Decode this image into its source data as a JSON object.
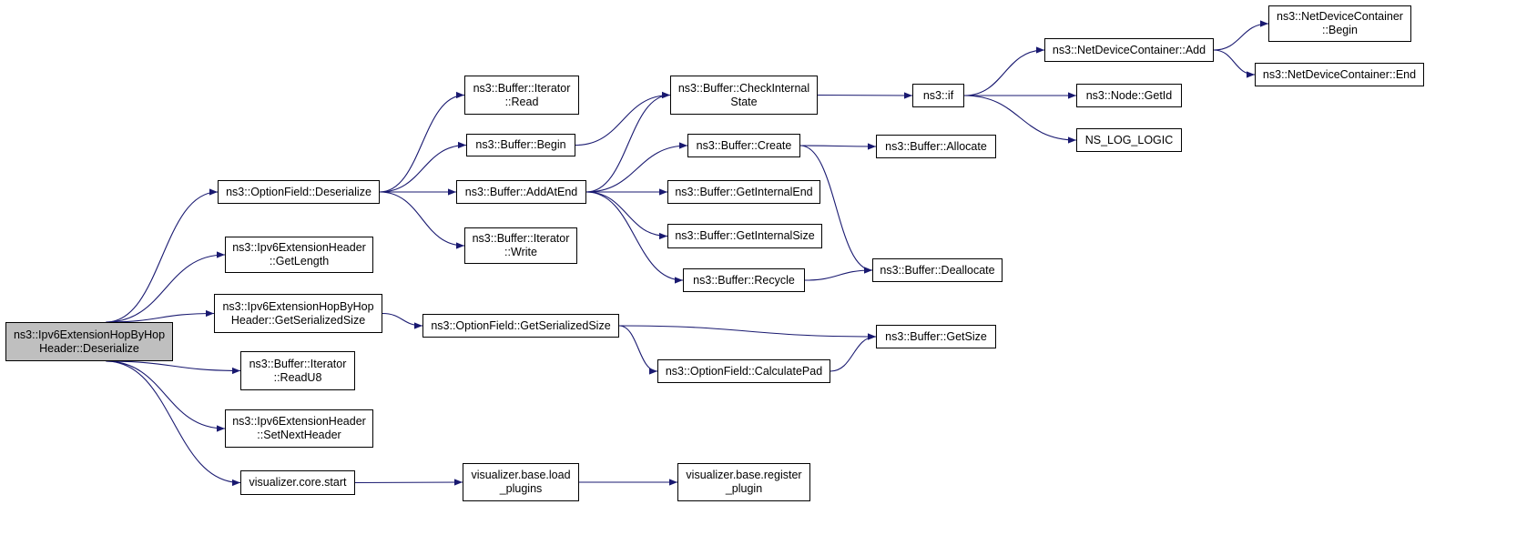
{
  "nodes": [
    {
      "id": "root",
      "lines": [
        "ns3::Ipv6ExtensionHopByHop",
        "Header::Deserialize"
      ],
      "root": true
    },
    {
      "id": "of_deser",
      "lines": [
        "ns3::OptionField::Deserialize"
      ]
    },
    {
      "id": "ext_getlen",
      "lines": [
        "ns3::Ipv6ExtensionHeader",
        "::GetLength"
      ]
    },
    {
      "id": "hbh_gss",
      "lines": [
        "ns3::Ipv6ExtensionHopByHop",
        "Header::GetSerializedSize"
      ]
    },
    {
      "id": "it_readu8",
      "lines": [
        "ns3::Buffer::Iterator",
        "::ReadU8"
      ]
    },
    {
      "id": "ext_setnext",
      "lines": [
        "ns3::Ipv6ExtensionHeader",
        "::SetNextHeader"
      ]
    },
    {
      "id": "vis_start",
      "lines": [
        "visualizer.core.start"
      ]
    },
    {
      "id": "it_read",
      "lines": [
        "ns3::Buffer::Iterator",
        "::Read"
      ]
    },
    {
      "id": "buf_begin",
      "lines": [
        "ns3::Buffer::Begin"
      ]
    },
    {
      "id": "buf_addatend",
      "lines": [
        "ns3::Buffer::AddAtEnd"
      ]
    },
    {
      "id": "it_write",
      "lines": [
        "ns3::Buffer::Iterator",
        "::Write"
      ]
    },
    {
      "id": "of_gss",
      "lines": [
        "ns3::OptionField::GetSerializedSize"
      ]
    },
    {
      "id": "vis_load",
      "lines": [
        "visualizer.base.load",
        "_plugins"
      ]
    },
    {
      "id": "buf_check",
      "lines": [
        "ns3::Buffer::CheckInternal",
        "State"
      ]
    },
    {
      "id": "buf_create",
      "lines": [
        "ns3::Buffer::Create"
      ]
    },
    {
      "id": "buf_getend",
      "lines": [
        "ns3::Buffer::GetInternalEnd"
      ]
    },
    {
      "id": "buf_getsize_int",
      "lines": [
        "ns3::Buffer::GetInternalSize"
      ]
    },
    {
      "id": "buf_recycle",
      "lines": [
        "ns3::Buffer::Recycle"
      ]
    },
    {
      "id": "of_calcpad",
      "lines": [
        "ns3::OptionField::CalculatePad"
      ]
    },
    {
      "id": "vis_register",
      "lines": [
        "visualizer.base.register",
        "_plugin"
      ]
    },
    {
      "id": "ns3_if",
      "lines": [
        "ns3::if"
      ]
    },
    {
      "id": "buf_allocate",
      "lines": [
        "ns3::Buffer::Allocate"
      ]
    },
    {
      "id": "buf_deallocate",
      "lines": [
        "ns3::Buffer::Deallocate"
      ]
    },
    {
      "id": "buf_getsize",
      "lines": [
        "ns3::Buffer::GetSize"
      ]
    },
    {
      "id": "ndc_add",
      "lines": [
        "ns3::NetDeviceContainer::Add"
      ]
    },
    {
      "id": "node_getid",
      "lines": [
        "ns3::Node::GetId"
      ]
    },
    {
      "id": "ns_log_logic",
      "lines": [
        "NS_LOG_LOGIC"
      ]
    },
    {
      "id": "ndc_begin",
      "lines": [
        "ns3::NetDeviceContainer",
        "::Begin"
      ]
    },
    {
      "id": "ndc_end",
      "lines": [
        "ns3::NetDeviceContainer::End"
      ]
    }
  ],
  "edges": [
    [
      "root",
      "of_deser"
    ],
    [
      "root",
      "ext_getlen"
    ],
    [
      "root",
      "hbh_gss"
    ],
    [
      "root",
      "it_readu8"
    ],
    [
      "root",
      "ext_setnext"
    ],
    [
      "root",
      "vis_start"
    ],
    [
      "of_deser",
      "it_read"
    ],
    [
      "of_deser",
      "buf_begin"
    ],
    [
      "of_deser",
      "buf_addatend"
    ],
    [
      "of_deser",
      "it_write"
    ],
    [
      "hbh_gss",
      "of_gss"
    ],
    [
      "vis_start",
      "vis_load"
    ],
    [
      "vis_load",
      "vis_register"
    ],
    [
      "buf_begin",
      "buf_check"
    ],
    [
      "buf_addatend",
      "buf_check"
    ],
    [
      "buf_addatend",
      "buf_create"
    ],
    [
      "buf_addatend",
      "buf_getend"
    ],
    [
      "buf_addatend",
      "buf_getsize_int"
    ],
    [
      "buf_addatend",
      "buf_recycle"
    ],
    [
      "of_gss",
      "buf_getsize"
    ],
    [
      "of_gss",
      "of_calcpad"
    ],
    [
      "of_calcpad",
      "buf_getsize"
    ],
    [
      "buf_check",
      "ns3_if"
    ],
    [
      "buf_create",
      "buf_allocate"
    ],
    [
      "buf_create",
      "buf_deallocate"
    ],
    [
      "buf_recycle",
      "buf_deallocate"
    ],
    [
      "ns3_if",
      "ndc_add"
    ],
    [
      "ns3_if",
      "node_getid"
    ],
    [
      "ns3_if",
      "ns_log_logic"
    ],
    [
      "ndc_add",
      "ndc_begin"
    ],
    [
      "ndc_add",
      "ndc_end"
    ]
  ],
  "edge_color": "#191970",
  "root_fill": "#bfbfbf"
}
